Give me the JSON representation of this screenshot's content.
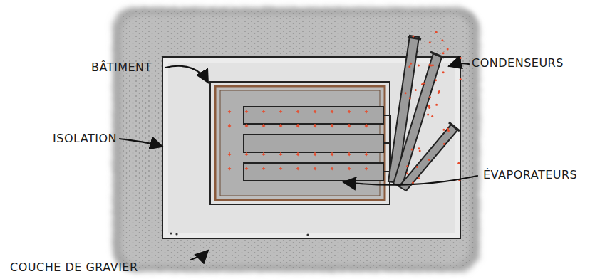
{
  "diagram": {
    "labels": [
      "BÂTIMENT",
      "ISOLATION",
      "CONDENSEURS",
      "ÉVAPORATEURS",
      "COUCHE DE GRAVIER"
    ]
  }
}
